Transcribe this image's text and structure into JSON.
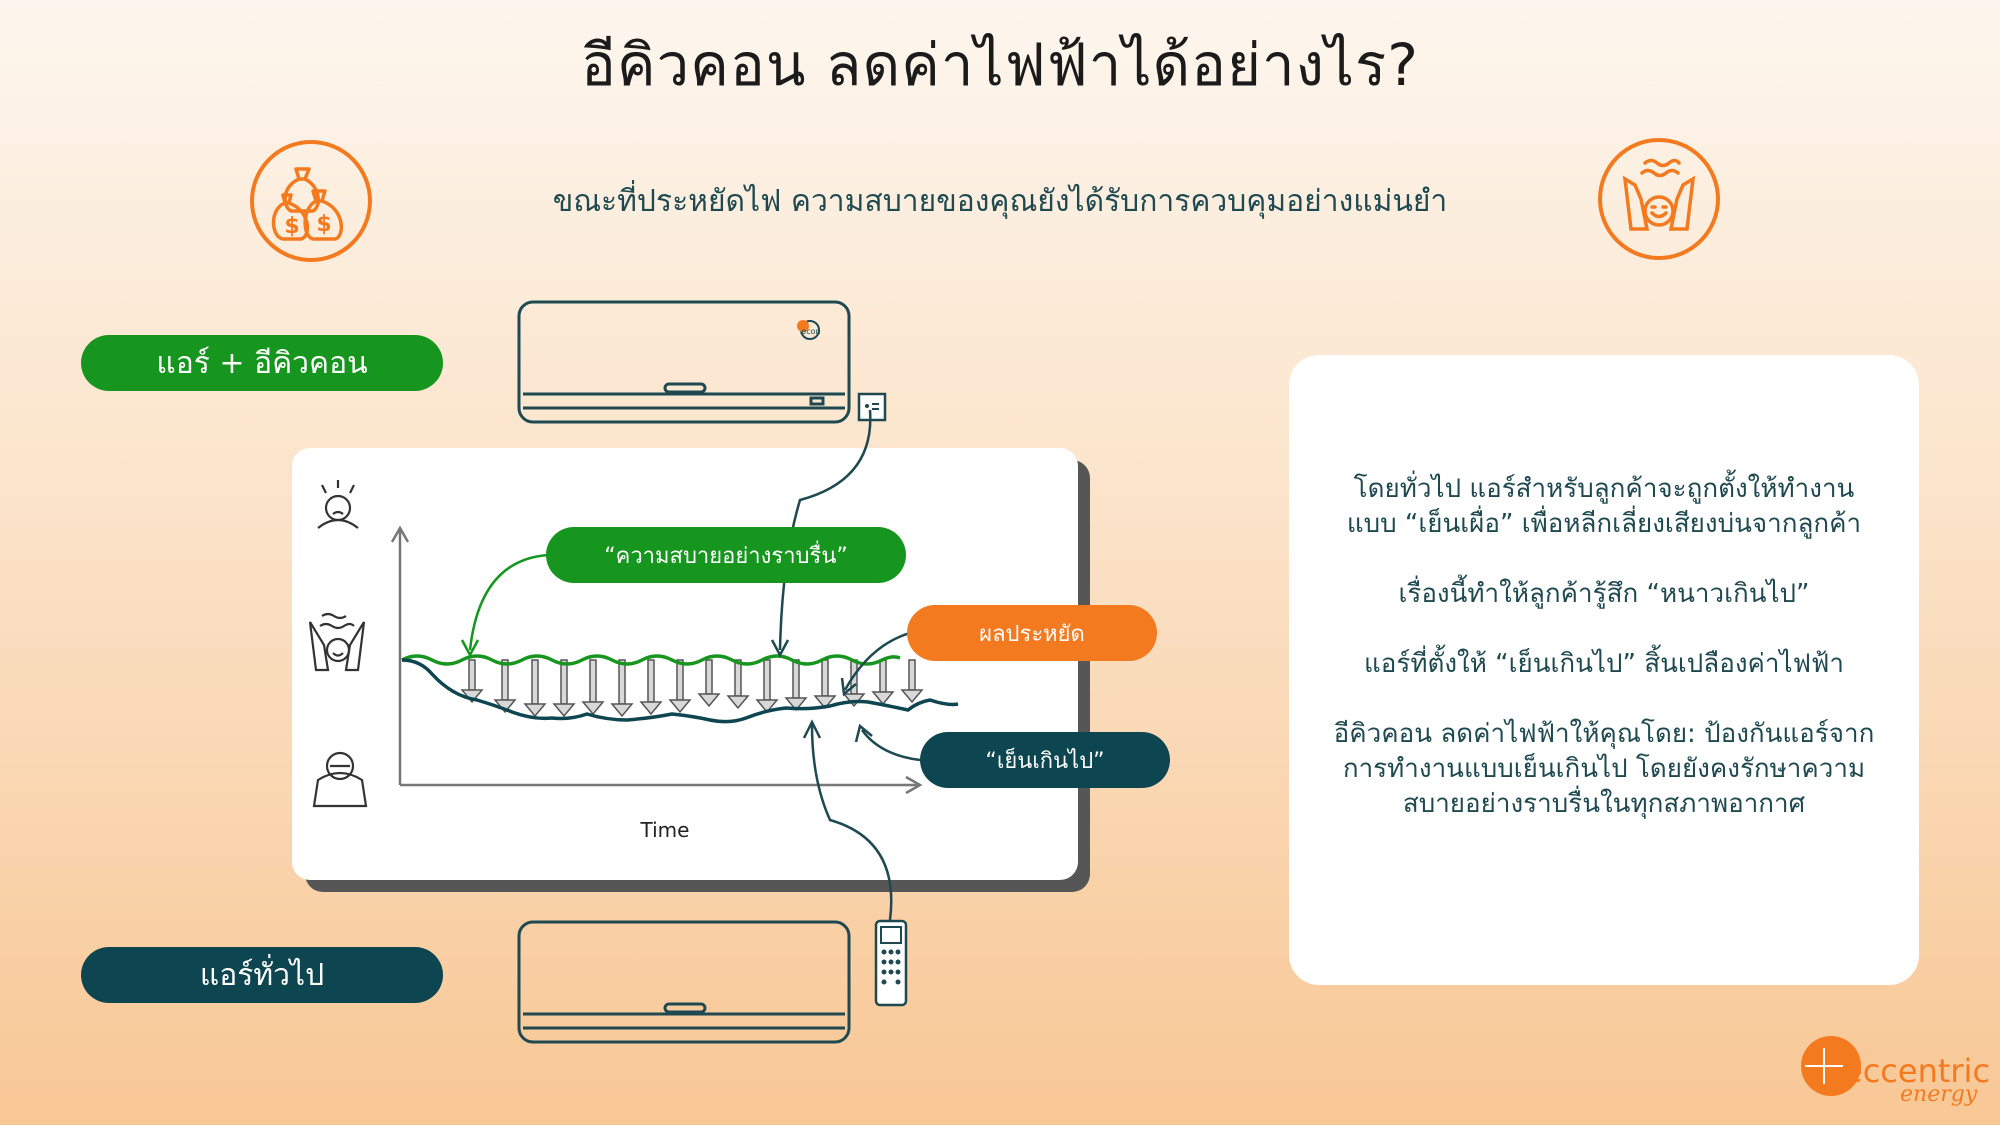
{
  "title": "อีคิวคอน ลดค่าไฟฟ้าได้อย่างไร?",
  "subtitle": "ขณะที่ประหยัดไฟ ความสบายของคุณยังได้รับการควบคุมอย่างแม่นยำ",
  "icons": {
    "left": "money-bags-icon",
    "right": "comfortable-person-icon"
  },
  "labels": {
    "econ_ac": "แอร์ + อีคิวคอน",
    "normal_ac": "แอร์ทั่วไป",
    "smooth_comfort": "“ความสบายอย่างราบรื่น”",
    "savings": "ผลประหยัด",
    "too_cold": "“เย็นเกินไป”",
    "time_axis": "Time",
    "device_mini_logo": "econ"
  },
  "info": {
    "p1": "โดยทั่วไป แอร์สำหรับลูกค้าจะถูกตั้งให้ทำงานแบบ “เย็นเผื่อ” เพื่อหลีกเลี่ยงเสียงบ่นจากลูกค้า",
    "p2": "เรื่องนี้ทำให้ลูกค้ารู้สึก “หนาวเกินไป”",
    "p3": "แอร์ที่ตั้งให้ “เย็นเกินไป” สิ้นเปลืองค่าไฟฟ้า",
    "p4": "อีคิวคอน ลดค่าไฟฟ้าให้คุณโดย: ป้องกันแอร์จากการทำงานแบบเย็นเกินไป โดยยังคงรักษาความสบายอย่างราบรื่นในทุกสภาพอากาศ"
  },
  "logo": {
    "word": "eccentric",
    "sub": "energy"
  },
  "colors": {
    "green": "#16961e",
    "teal": "#0d4550",
    "orange": "#f47a20"
  }
}
